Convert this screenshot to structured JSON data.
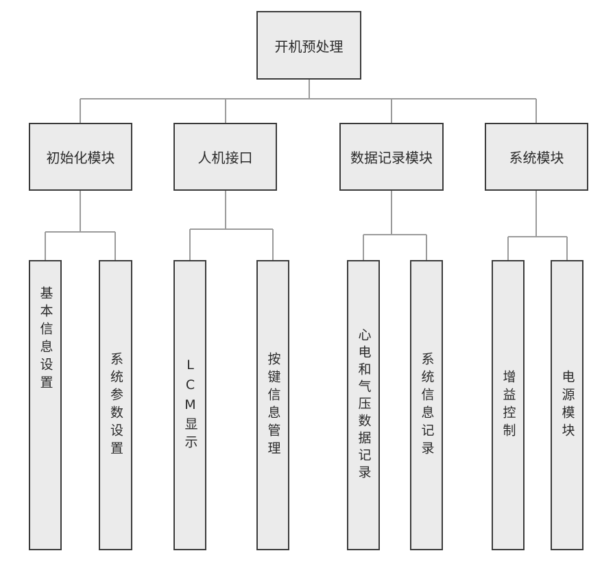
{
  "root": {
    "label": "开机预处理"
  },
  "modules": [
    {
      "label": "初始化模块",
      "children": [
        "基本信息设置",
        "系统参数设置"
      ]
    },
    {
      "label": "人机接口",
      "children": [
        "LCM显示",
        "按键信息管理"
      ]
    },
    {
      "label": "数据记录模块",
      "children": [
        "心电和气压数据记录",
        "系统信息记录"
      ]
    },
    {
      "label": "系统模块",
      "children": [
        "增益控制",
        "电源模块"
      ]
    }
  ]
}
